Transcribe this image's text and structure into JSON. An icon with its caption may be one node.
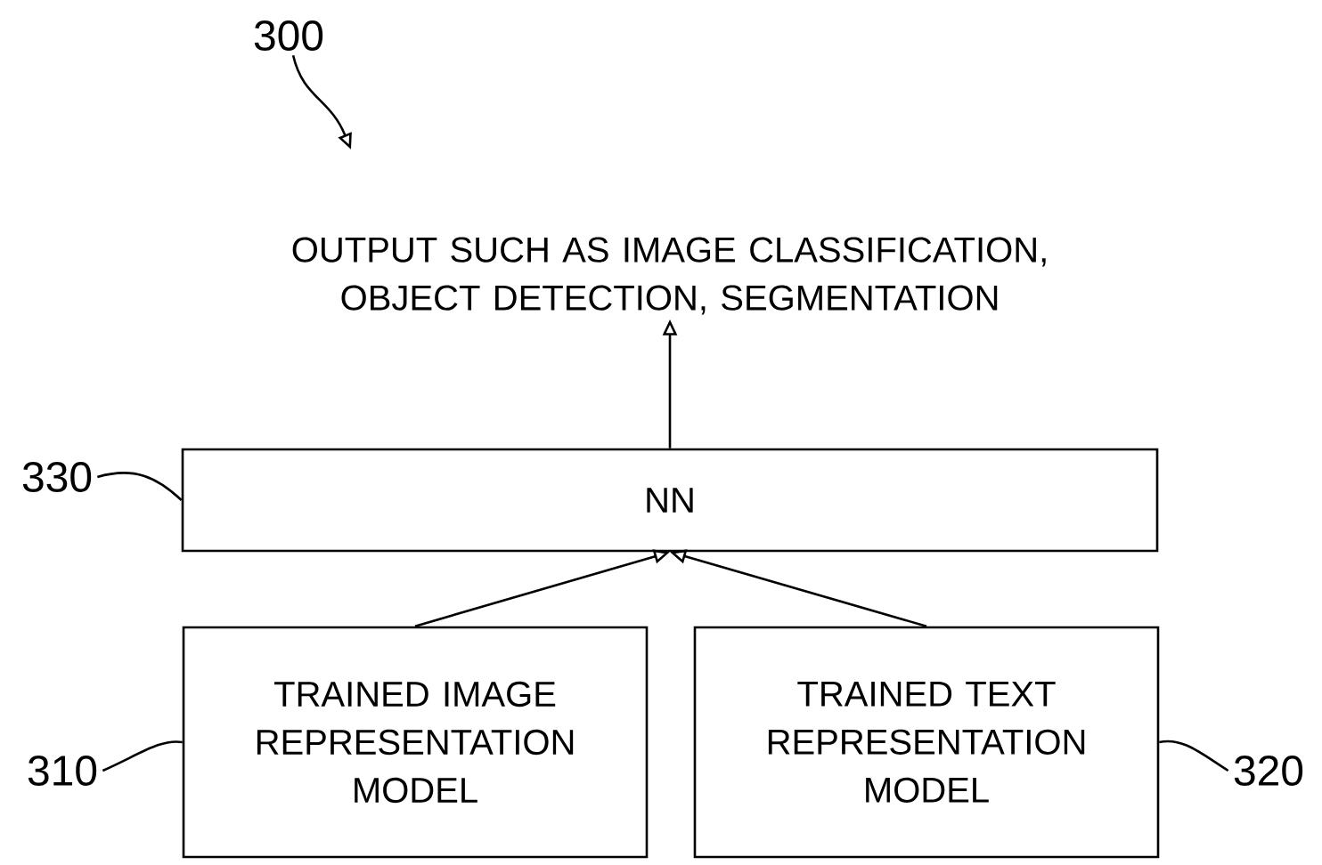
{
  "diagram": {
    "nodes": [
      {
        "text": [
          "300"
        ]
      },
      {
        "text": [
          "OUTPUT SUCH AS IMAGE CLASSIFICATION, OBJECT DETECTION, SEGMENTATION"
        ]
      },
      {
        "text": [
          "330"
        ]
      },
      {
        "text": [
          "NN"
        ]
      },
      {
        "text": [
          "310"
        ]
      },
      {
        "text": [
          "TRAINED IMAGE REPRESENTATION MODEL"
        ]
      },
      {
        "text": [
          "TRAINED TEXT REPRESENTATION MODEL"
        ]
      },
      {
        "text": [
          "320"
        ]
      }
    ],
    "edges": [
      {
        "from": 0,
        "to": null,
        "arrow": "to"
      },
      {
        "from": 3,
        "to": 1,
        "arrow": "to"
      },
      {
        "from": 2,
        "to": 3,
        "arrow": "none"
      },
      {
        "from": 5,
        "to": 3,
        "arrow": "to"
      },
      {
        "from": 6,
        "to": 3,
        "arrow": "to"
      },
      {
        "from": 4,
        "to": 5,
        "arrow": "none"
      },
      {
        "from": 7,
        "to": 6,
        "arrow": "none"
      }
    ]
  }
}
